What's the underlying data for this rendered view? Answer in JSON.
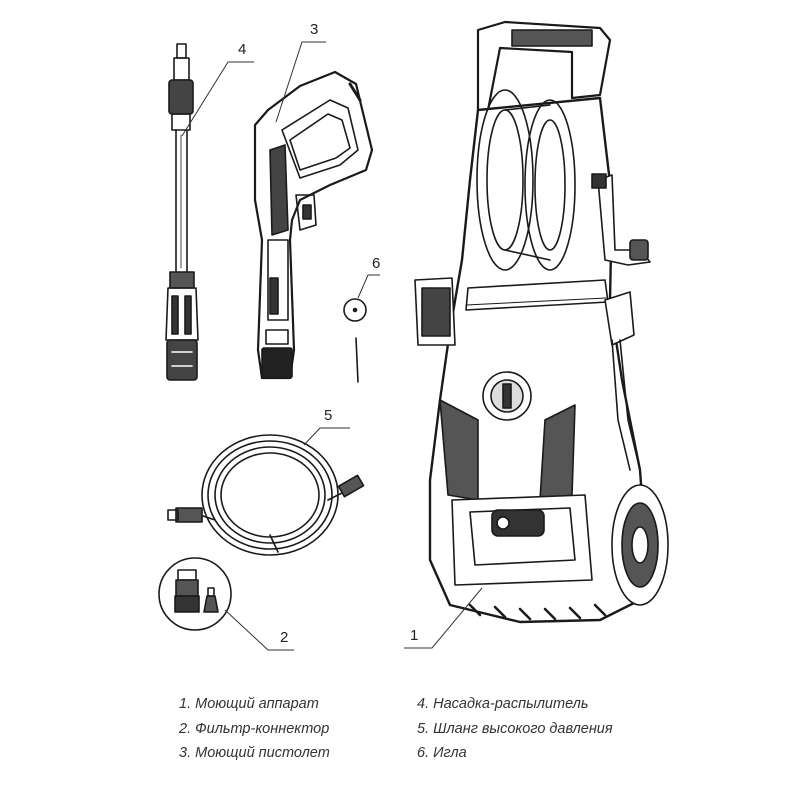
{
  "callouts": [
    "1",
    "2",
    "3",
    "4",
    "5",
    "6"
  ],
  "legend": {
    "left": [
      "1. Моющий аппарат",
      "2. Фильтр-коннектор",
      "3. Моющий пистолет"
    ],
    "right": [
      "4. Насадка-распылитель",
      "5. Шланг высокого давления",
      "6. Игла"
    ]
  }
}
